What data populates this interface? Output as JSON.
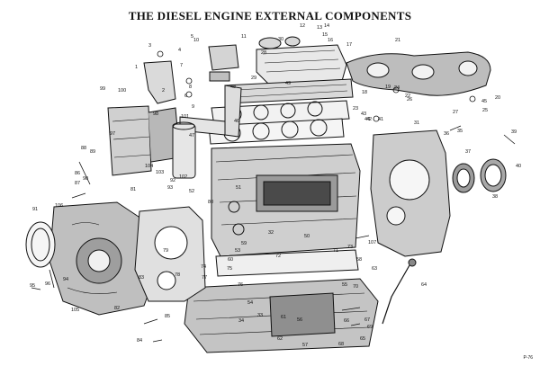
{
  "title": "THE DIESEL ENGINE EXTERNAL COMPONENTS",
  "plate_ref": "P-76",
  "part_numbers": [
    "1",
    "2",
    "3",
    "4",
    "5",
    "6",
    "7",
    "8",
    "9",
    "10",
    "11",
    "12",
    "13",
    "14",
    "15",
    "16",
    "17",
    "18",
    "19",
    "20",
    "21",
    "22",
    "23",
    "24",
    "25",
    "26",
    "27",
    "28",
    "29",
    "30",
    "31",
    "32",
    "33",
    "34",
    "35",
    "36",
    "37",
    "38",
    "39",
    "40",
    "41",
    "42",
    "43",
    "44",
    "45",
    "46",
    "47",
    "48",
    "49",
    "50",
    "51",
    "52",
    "53",
    "54",
    "55",
    "56",
    "57",
    "58",
    "59",
    "60",
    "61",
    "62",
    "63",
    "64",
    "65",
    "66",
    "67",
    "68",
    "69",
    "70",
    "71",
    "72",
    "73",
    "74",
    "75",
    "76",
    "77",
    "78",
    "79",
    "80",
    "81",
    "82",
    "83",
    "84",
    "85",
    "86",
    "87",
    "88",
    "89",
    "90",
    "91",
    "92",
    "93",
    "94",
    "95",
    "96",
    "97",
    "98",
    "99",
    "100",
    "101",
    "102",
    "103",
    "104",
    "105",
    "106",
    "107"
  ]
}
